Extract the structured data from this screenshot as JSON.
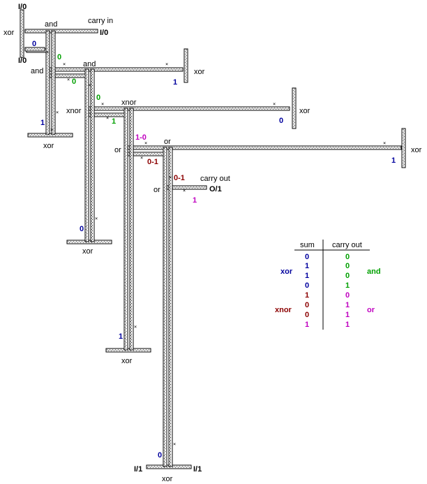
{
  "colors": {
    "wire": "#000000",
    "blue": "#00009e",
    "green": "#00a000",
    "darkred": "#8b0000",
    "magenta": "#c000c0",
    "black": "#000000"
  },
  "io": {
    "in_top_a": "I/0",
    "in_top_b": "I/0",
    "carry_in_label": "carry in",
    "carry_in_value": "I/0",
    "carry_out_label": "carry out",
    "carry_out_value": "O/1",
    "in_bottom_a": "I/1",
    "in_bottom_b": "I/1"
  },
  "gates": {
    "xor_1": "xor",
    "and_1": "and",
    "and_2": "and",
    "and_3": "and",
    "xor_2": "xor",
    "xor_3": "xor",
    "xnor_1": "xnor",
    "xnor_2": "xnor",
    "xor_4": "xor",
    "or_1": "or",
    "or_2": "or",
    "xor_5": "xor",
    "or_3": "or",
    "xor_6": "xor",
    "xor_7": "xor",
    "xor_8": "xor"
  },
  "bits": [
    {
      "text": "0",
      "color": "blue"
    },
    {
      "text": "0",
      "color": "green"
    },
    {
      "text": "0",
      "color": "green"
    },
    {
      "text": "1",
      "color": "blue"
    },
    {
      "text": "0",
      "color": "green"
    },
    {
      "text": "1",
      "color": "green"
    },
    {
      "text": "1",
      "color": "blue"
    },
    {
      "text": "0",
      "color": "blue"
    },
    {
      "text": "1-0",
      "color": "magenta"
    },
    {
      "text": "0-1",
      "color": "darkred"
    },
    {
      "text": "1",
      "color": "blue"
    },
    {
      "text": "0-1",
      "color": "darkred"
    },
    {
      "text": "1",
      "color": "magenta"
    },
    {
      "text": "0",
      "color": "blue"
    },
    {
      "text": "1",
      "color": "blue"
    },
    {
      "text": "0",
      "color": "blue"
    }
  ],
  "truth_table": {
    "headers": [
      "sum",
      "carry out"
    ],
    "rows": [
      {
        "sum": "0",
        "sum_color": "blue",
        "carry": "0",
        "carry_color": "green"
      },
      {
        "sum": "1",
        "sum_color": "blue",
        "carry": "0",
        "carry_color": "green"
      },
      {
        "sum": "1",
        "sum_color": "blue",
        "carry": "0",
        "carry_color": "green"
      },
      {
        "sum": "0",
        "sum_color": "blue",
        "carry": "1",
        "carry_color": "green"
      },
      {
        "sum": "1",
        "sum_color": "darkred",
        "carry": "0",
        "carry_color": "magenta"
      },
      {
        "sum": "0",
        "sum_color": "darkred",
        "carry": "1",
        "carry_color": "magenta"
      },
      {
        "sum": "0",
        "sum_color": "darkred",
        "carry": "1",
        "carry_color": "magenta"
      },
      {
        "sum": "1",
        "sum_color": "magenta",
        "carry": "1",
        "carry_color": "magenta"
      }
    ],
    "groups": [
      {
        "text": "xor",
        "color": "blue"
      },
      {
        "text": "and",
        "color": "green"
      },
      {
        "text": "xnor",
        "color": "darkred"
      },
      {
        "text": "or",
        "color": "magenta"
      }
    ]
  }
}
